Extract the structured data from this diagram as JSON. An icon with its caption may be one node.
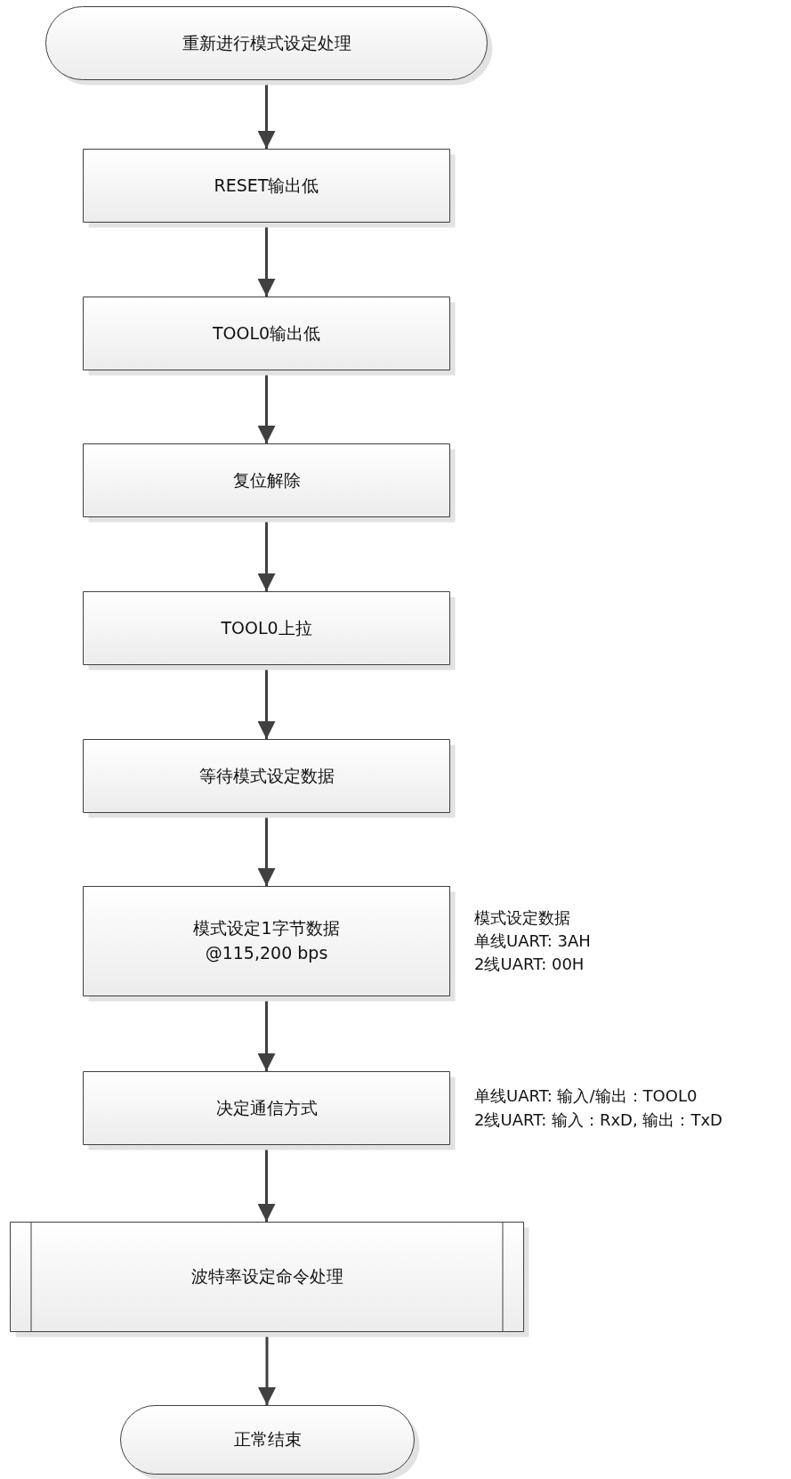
{
  "diagram": {
    "nodes": [
      {
        "text": [
          "重新进行模式设定处理"
        ]
      },
      {
        "text": [
          "RESET输出低"
        ]
      },
      {
        "text": [
          "TOOL0输出低"
        ]
      },
      {
        "text": [
          "复位解除"
        ]
      },
      {
        "text": [
          "TOOL0上拉"
        ]
      },
      {
        "text": [
          "等待模式设定数据"
        ]
      },
      {
        "text": [
          "模式设定1字节数据",
          "@115,200 bps"
        ],
        "beside": [
          "模式设定数据",
          "单线UART: 3AH",
          "2线UART: 00H"
        ]
      },
      {
        "text": [
          "决定通信方式"
        ],
        "beside": [
          "单线UART: 输入/输出：TOOL0",
          "2线UART: 输入：RxD, 输出：TxD"
        ]
      },
      {
        "text": [
          "波特率设定命令处理"
        ]
      },
      {
        "text": [
          "正常结束"
        ]
      }
    ],
    "edges": [
      {
        "from": 0,
        "to": 1,
        "arrow": "to"
      },
      {
        "from": 1,
        "to": 2,
        "arrow": "to"
      },
      {
        "from": 2,
        "to": 3,
        "arrow": "to"
      },
      {
        "from": 3,
        "to": 4,
        "arrow": "to"
      },
      {
        "from": 4,
        "to": 5,
        "arrow": "to"
      },
      {
        "from": 5,
        "to": 6,
        "arrow": "to"
      },
      {
        "from": 6,
        "to": 7,
        "arrow": "to"
      },
      {
        "from": 7,
        "to": 8,
        "arrow": "to"
      },
      {
        "from": 8,
        "to": 9,
        "arrow": "to"
      }
    ]
  }
}
